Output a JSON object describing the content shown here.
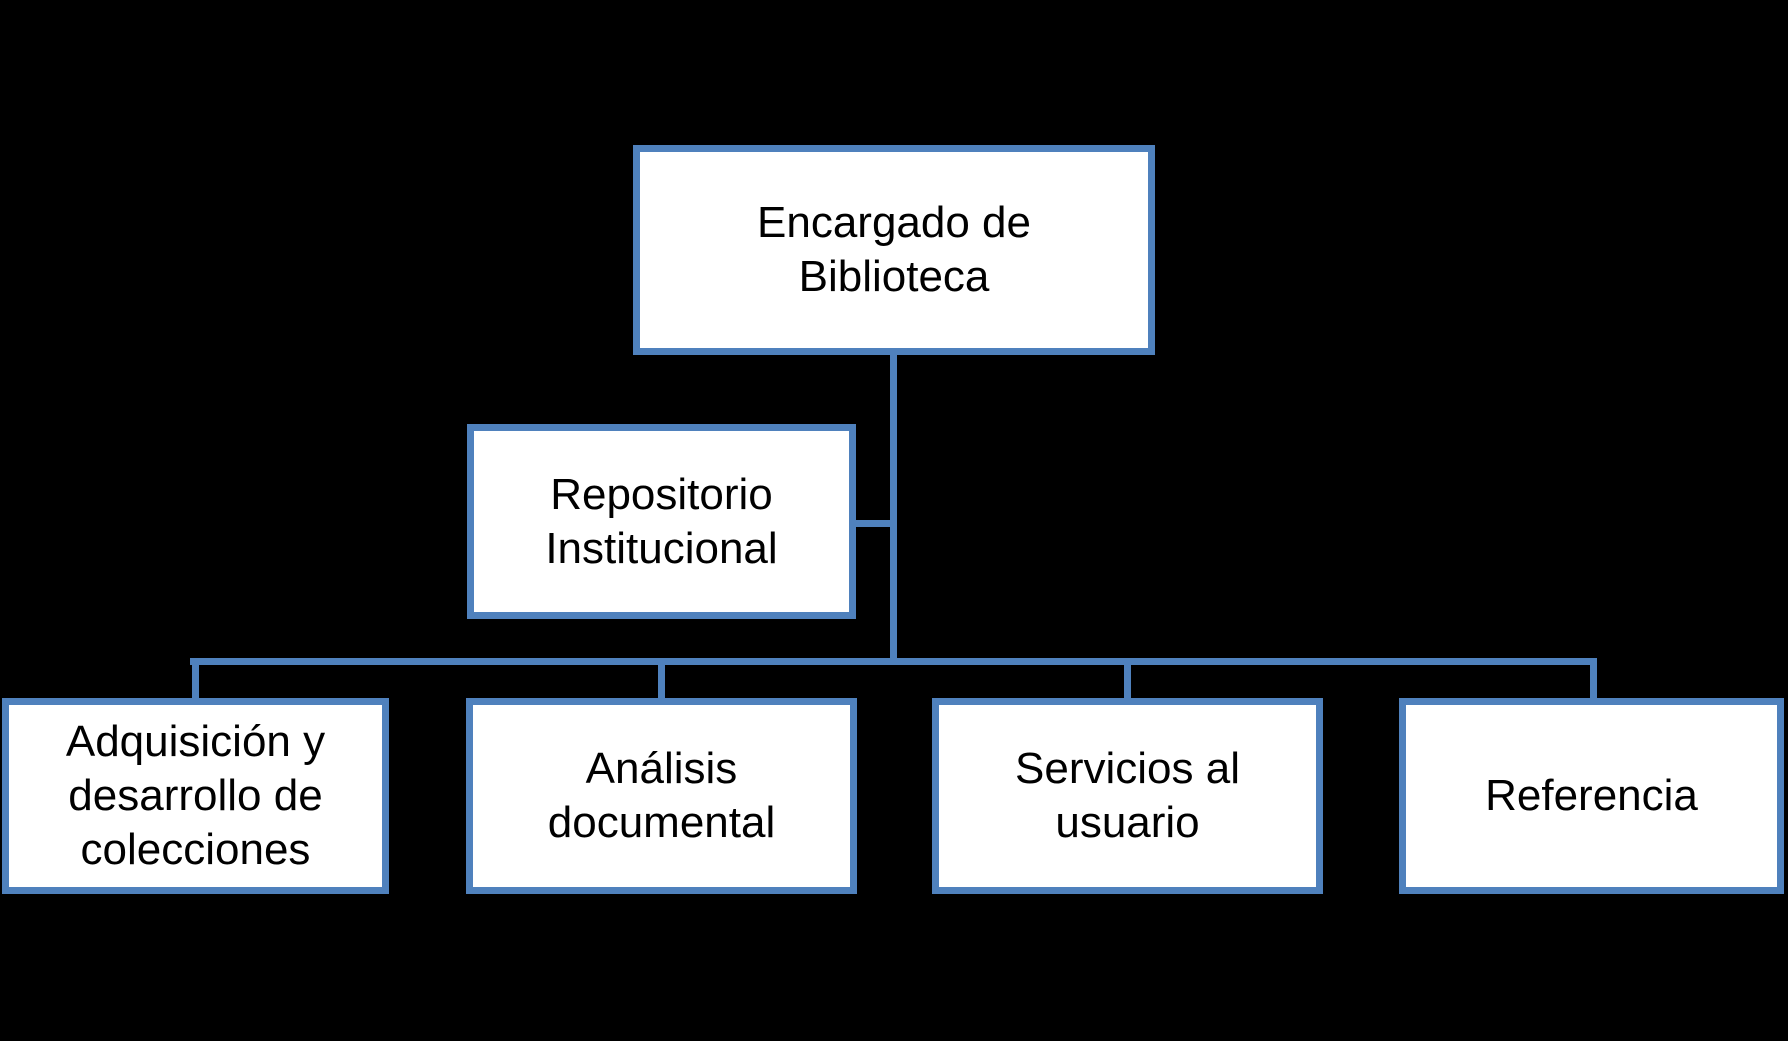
{
  "style": {
    "background": "#000000",
    "accent": "#4F81BD",
    "box_fill": "#FFFFFF",
    "text_color": "#000000"
  },
  "org_chart": {
    "root": {
      "label": "Encargado de\nBiblioteca"
    },
    "staff": {
      "label": "Repositorio\nInstitucional"
    },
    "children": [
      {
        "label": "Adquisición y\ndesarrollo de\ncolecciones"
      },
      {
        "label": "Análisis\ndocumental"
      },
      {
        "label": "Servicios al\nusuario"
      },
      {
        "label": "Referencia"
      }
    ]
  }
}
